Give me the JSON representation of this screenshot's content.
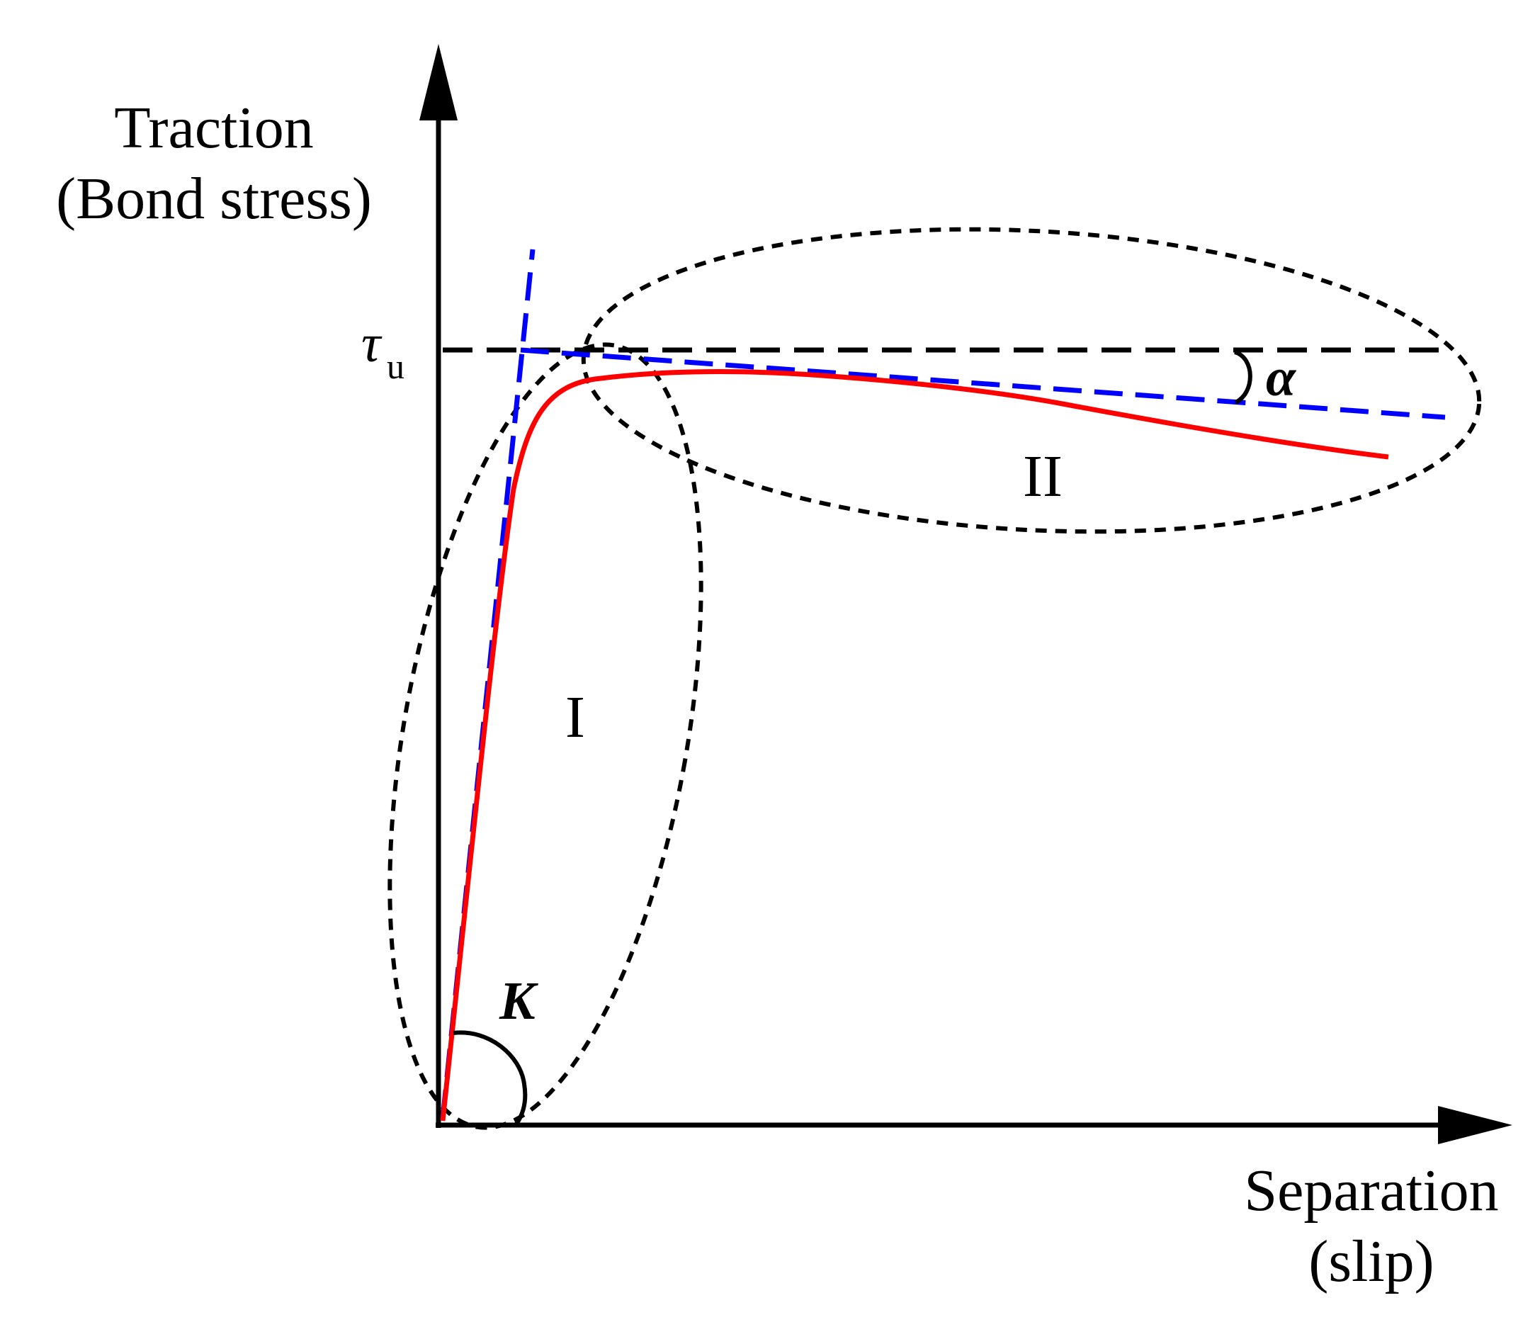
{
  "labels": {
    "y_axis_line1": "Traction",
    "y_axis_line2": "(Bond stress)",
    "x_axis_line1": "Separation",
    "x_axis_line2": "(slip)",
    "tau_symbol": "τ",
    "tau_subscript": "u",
    "region_one": "I",
    "region_two": "II",
    "stiffness_symbol": "K",
    "angle_symbol": "α"
  },
  "colors": {
    "axes": "#000000",
    "curve": "#ff0000",
    "tangent": "#0000ff",
    "regions": "#000000"
  }
}
